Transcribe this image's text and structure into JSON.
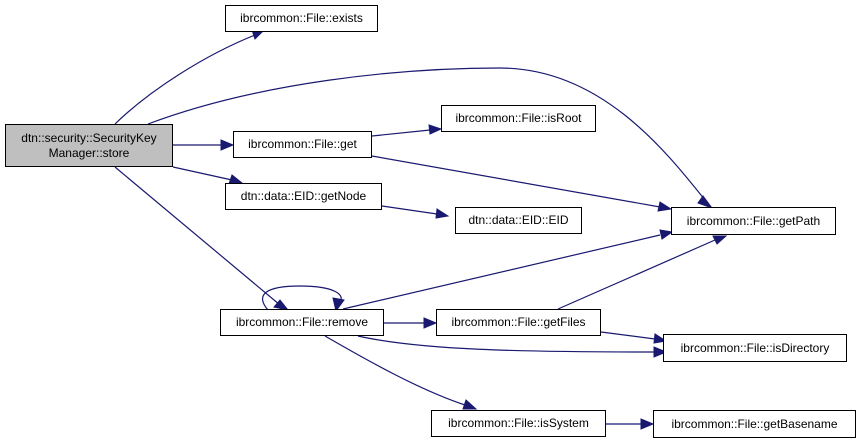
{
  "diagram": {
    "type": "call-graph",
    "nodes": [
      {
        "id": "store",
        "label": "dtn::security::SecurityKey\nManager::store",
        "highlighted": true
      },
      {
        "id": "exists",
        "label": "ibrcommon::File::exists"
      },
      {
        "id": "get",
        "label": "ibrcommon::File::get"
      },
      {
        "id": "getNode",
        "label": "dtn::data::EID::getNode"
      },
      {
        "id": "remove",
        "label": "ibrcommon::File::remove"
      },
      {
        "id": "isRoot",
        "label": "ibrcommon::File::isRoot"
      },
      {
        "id": "EID",
        "label": "dtn::data::EID::EID"
      },
      {
        "id": "getFiles",
        "label": "ibrcommon::File::getFiles"
      },
      {
        "id": "isSystem",
        "label": "ibrcommon::File::isSystem"
      },
      {
        "id": "getPath",
        "label": "ibrcommon::File::getPath"
      },
      {
        "id": "isDirectory",
        "label": "ibrcommon::File::isDirectory"
      },
      {
        "id": "getBasename",
        "label": "ibrcommon::File::getBasename"
      }
    ],
    "edges": [
      {
        "from": "store",
        "to": "exists"
      },
      {
        "from": "store",
        "to": "getPath"
      },
      {
        "from": "store",
        "to": "get"
      },
      {
        "from": "store",
        "to": "getNode"
      },
      {
        "from": "store",
        "to": "remove"
      },
      {
        "from": "get",
        "to": "isRoot"
      },
      {
        "from": "get",
        "to": "getPath"
      },
      {
        "from": "getNode",
        "to": "EID"
      },
      {
        "from": "remove",
        "to": "remove"
      },
      {
        "from": "remove",
        "to": "getPath"
      },
      {
        "from": "remove",
        "to": "getFiles"
      },
      {
        "from": "remove",
        "to": "isDirectory"
      },
      {
        "from": "remove",
        "to": "isSystem"
      },
      {
        "from": "getFiles",
        "to": "getPath"
      },
      {
        "from": "getFiles",
        "to": "isDirectory"
      },
      {
        "from": "isSystem",
        "to": "getBasename"
      }
    ]
  }
}
